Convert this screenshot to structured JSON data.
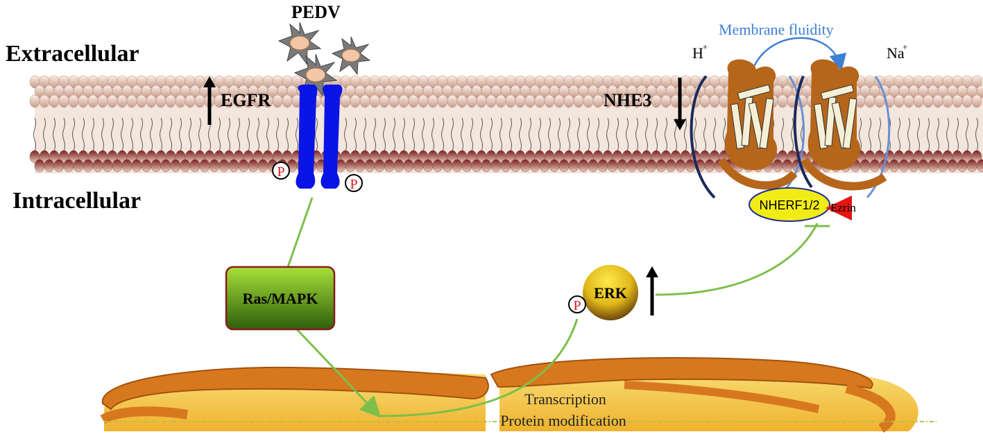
{
  "labels": {
    "extracellular": "Extracellular",
    "intracellular": "Intracellular",
    "pedv": "PEDV",
    "egfr": "EGFR",
    "nhe3": "NHE3",
    "membrane_fluidity": "Membrane fluidity",
    "h_ion": "H",
    "na_ion": "Na",
    "ion_charge": "+",
    "nherf": "NHERF1/2",
    "ezrin": "Ezrin",
    "ras_mapk": "Ras/MAPK",
    "erk": "ERK",
    "phospho": "P",
    "transcription": "Transcription",
    "protein_modification": "Protein modification"
  },
  "indicators": {
    "egfr": "up",
    "nhe3": "down",
    "erk": "up"
  },
  "colors": {
    "egfr": "#0a14e6",
    "connector": "#7cbf4a",
    "membrane_fluidity": "#3f7fd4",
    "nherf": "#f2ec16",
    "ezrin": "#e61414",
    "nhe3_protein": "#b5661b",
    "nucleus": "#d8781e",
    "phospho_text": "#e01818"
  }
}
